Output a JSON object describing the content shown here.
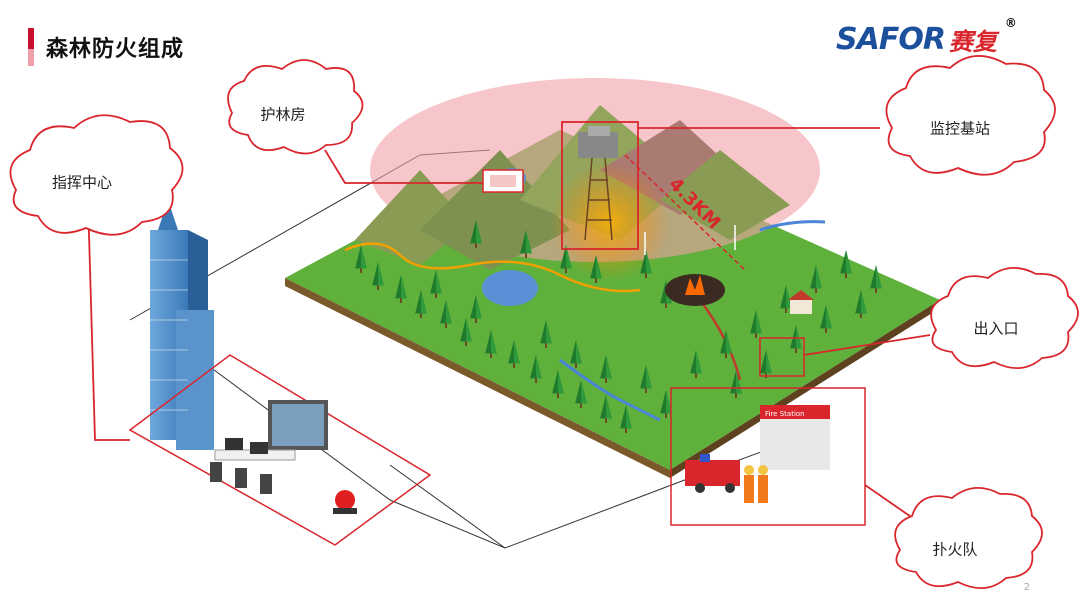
{
  "header": {
    "title": "森林防火组成"
  },
  "logo": {
    "en": "SAFOR",
    "cn": "赛复",
    "reg": "®"
  },
  "labels": {
    "ranger_house": "护林房",
    "command_center": "指挥中心",
    "monitor_station": "监控基站",
    "entrance": "出入口",
    "fire_brigade": "扑火队"
  },
  "distance_label": "4.3KM",
  "fire_station_sign": "Fire Station",
  "page_number": "2",
  "colors": {
    "accent_red": "#d9262c",
    "grass": "#5fb13c",
    "tree": "#1f7a2c",
    "mountain": "#8a9c54",
    "radar": "#f2a0a8",
    "water": "#5b8fd6"
  }
}
